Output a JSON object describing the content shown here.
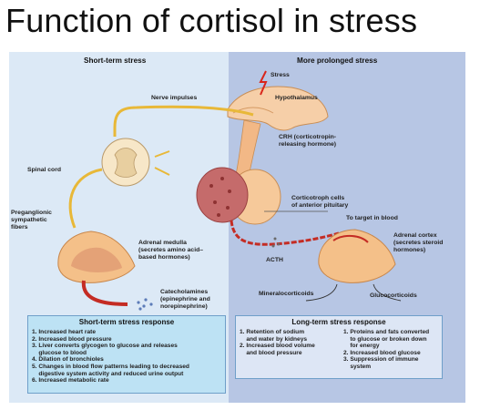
{
  "title": "Function of cortisol in stress",
  "left_panel": {
    "header": "Short-term stress"
  },
  "right_panel": {
    "header": "More prolonged stress"
  },
  "labels": {
    "stress": "Stress",
    "hypothalamus": "Hypothalamus",
    "nerve_impulses": "Nerve impulses",
    "crh": [
      "CRH (corticotropin-",
      "releasing hormone)"
    ],
    "spinal_cord": "Spinal cord",
    "corticotroph": [
      "Corticotroph cells",
      "of anterior pituitary"
    ],
    "target_blood": "To target in blood",
    "preganglionic": [
      "Preganglionic",
      "sympathetic",
      "fibers"
    ],
    "adrenal_medulla": [
      "Adrenal medulla",
      "(secretes amino acid–",
      "based hormones)"
    ],
    "adrenal_cortex": [
      "Adrenal cortex",
      "(secretes steroid",
      "hormones)"
    ],
    "acth": "ACTH",
    "catecholamines": [
      "Catecholamines",
      "(epinephrine and",
      "norepinephrine)"
    ],
    "mineralocorticoids": "Mineralocorticoids",
    "glucocorticoids": "Glucocorticoids"
  },
  "short_term_response": {
    "title": "Short-term stress response",
    "items": [
      "1. Increased heart rate",
      "2. Increased blood pressure",
      "3. Liver converts glycogen to glucose and releases",
      "    glucose to blood",
      "4. Dilation of bronchioles",
      "5. Changes in blood flow patterns leading to decreased",
      "    digestive system activity and reduced urine output",
      "6. Increased metabolic rate"
    ]
  },
  "long_term_response": {
    "title": "Long-term stress response",
    "mineral_items": [
      "1. Retention of sodium",
      "    and water by kidneys",
      "2. Increased blood volume",
      "    and blood pressure"
    ],
    "gluco_items": [
      "1. Proteins and fats converted",
      "    to glucose or broken down",
      "    for energy",
      "2. Increased blood glucose",
      "3. Suppression of immune",
      "    system"
    ]
  },
  "colors": {
    "panel_left": "#dce9f6",
    "panel_right": "#b7c6e4",
    "nerve": "#e8b838",
    "blood": "#c42c24",
    "gland": "#f4c089",
    "pituitary": "#c56b6b"
  }
}
